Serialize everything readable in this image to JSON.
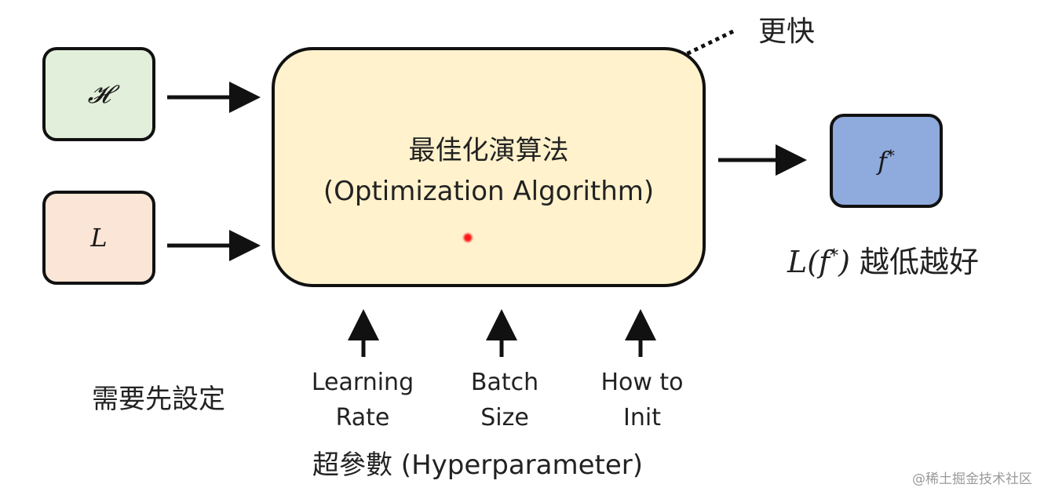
{
  "inputs": {
    "hypothesis_symbol": "𝓗",
    "loss_symbol": "L"
  },
  "algorithm": {
    "title_zh": "最佳化演算法",
    "title_en": "(Optimization Algorithm)"
  },
  "output": {
    "symbol": "f",
    "superscript": "*"
  },
  "annotations": {
    "faster": "更快",
    "loss_goal_func": "L(f",
    "loss_goal_sup": "*",
    "loss_goal_close": ")",
    "loss_goal_text": "越低越好",
    "preset": "需要先設定"
  },
  "hyperparameters": {
    "items": [
      {
        "line1": "Learning",
        "line2": "Rate"
      },
      {
        "line1": "Batch",
        "line2": "Size"
      },
      {
        "line1": "How to",
        "line2": "Init"
      }
    ],
    "caption": "超參數 (Hyperparameter)"
  },
  "watermark": "@稀土掘金技术社区",
  "colors": {
    "hypothesis_box": "#e2efda",
    "loss_box": "#fbe5d6",
    "algorithm_box": "#fff2cc",
    "output_box": "#8faadc",
    "stroke": "#111111",
    "laser_pointer": "#ff1a1a"
  }
}
